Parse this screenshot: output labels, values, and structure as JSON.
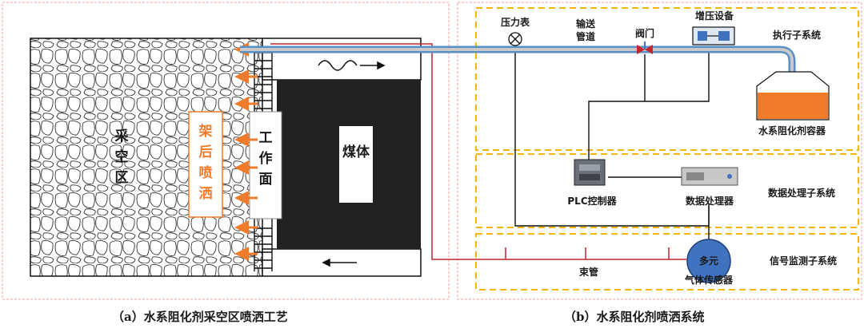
{
  "colors": {
    "spray_arrow": "#f07b2a",
    "pipe_outer": "#5a8fc4",
    "pipe_inner": "#c9c9c9",
    "tube_red": "#c0262b",
    "subsystem_border": "#f2b705",
    "panel_border": "#f0a0a0",
    "coal_fill": "#222222",
    "container_fill": "#f07b2a",
    "sensor_fill": "#3f73bf"
  },
  "left": {
    "goaf": "采空区",
    "spray": "架后喷洒",
    "face": "工作面",
    "coal": "煤体",
    "caption": "（a）水系阻化剂采空区喷洒工艺"
  },
  "right": {
    "pressure_gauge": "压力表",
    "pipeline": "输送管道",
    "valve": "阀门",
    "booster": "增压设备",
    "exec_subsystem": "执行子系统",
    "container": "水系阻化剂容器",
    "plc": "PLC控制器",
    "data_processor": "数据处理器",
    "data_subsystem": "数据处理子系统",
    "bundle_tube": "束管",
    "gas_sensor_line1": "多元",
    "gas_sensor_line2": "气体传感器",
    "signal_subsystem": "信号监测子系统",
    "caption": "（b）水系阻化剂喷洒系统"
  },
  "icons": [
    "wave-icon",
    "arrow-right-icon",
    "arrow-left-icon",
    "pressure-gauge-icon",
    "valve-icon",
    "booster-icon",
    "plc-icon",
    "server-icon"
  ]
}
